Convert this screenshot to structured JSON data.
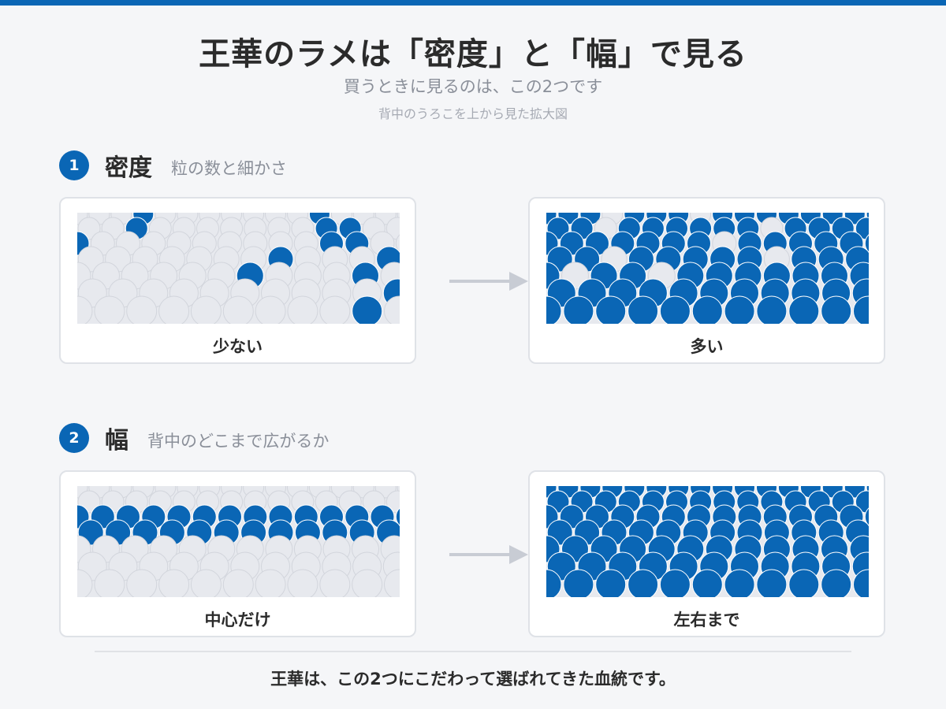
{
  "header": {
    "title": "王華のラメは「密度」と「幅」で見る",
    "subtitle": "買うときに見るのは、この2つです",
    "caption": "背中のうろこを上から見た拡大図"
  },
  "sections": [
    {
      "number": "1",
      "title": "密度",
      "subtitle": "粒の数と細かさ",
      "before_label": "少ない",
      "after_label": "多い"
    },
    {
      "number": "2",
      "title": "幅",
      "subtitle": "背中のどこまで広がるか",
      "before_label": "中心だけ",
      "after_label": "左右まで"
    }
  ],
  "footer": {
    "text": "王華は、この2つにこだわって選ばれてきた血統です。"
  },
  "colors": {
    "accent": "#0a66b5",
    "scale_empty": "#e7e9ee",
    "scale_outline": "#d2d5dc",
    "arrow": "#c8ccd4"
  },
  "icons": {
    "arrow": "arrow-right-icon"
  }
}
